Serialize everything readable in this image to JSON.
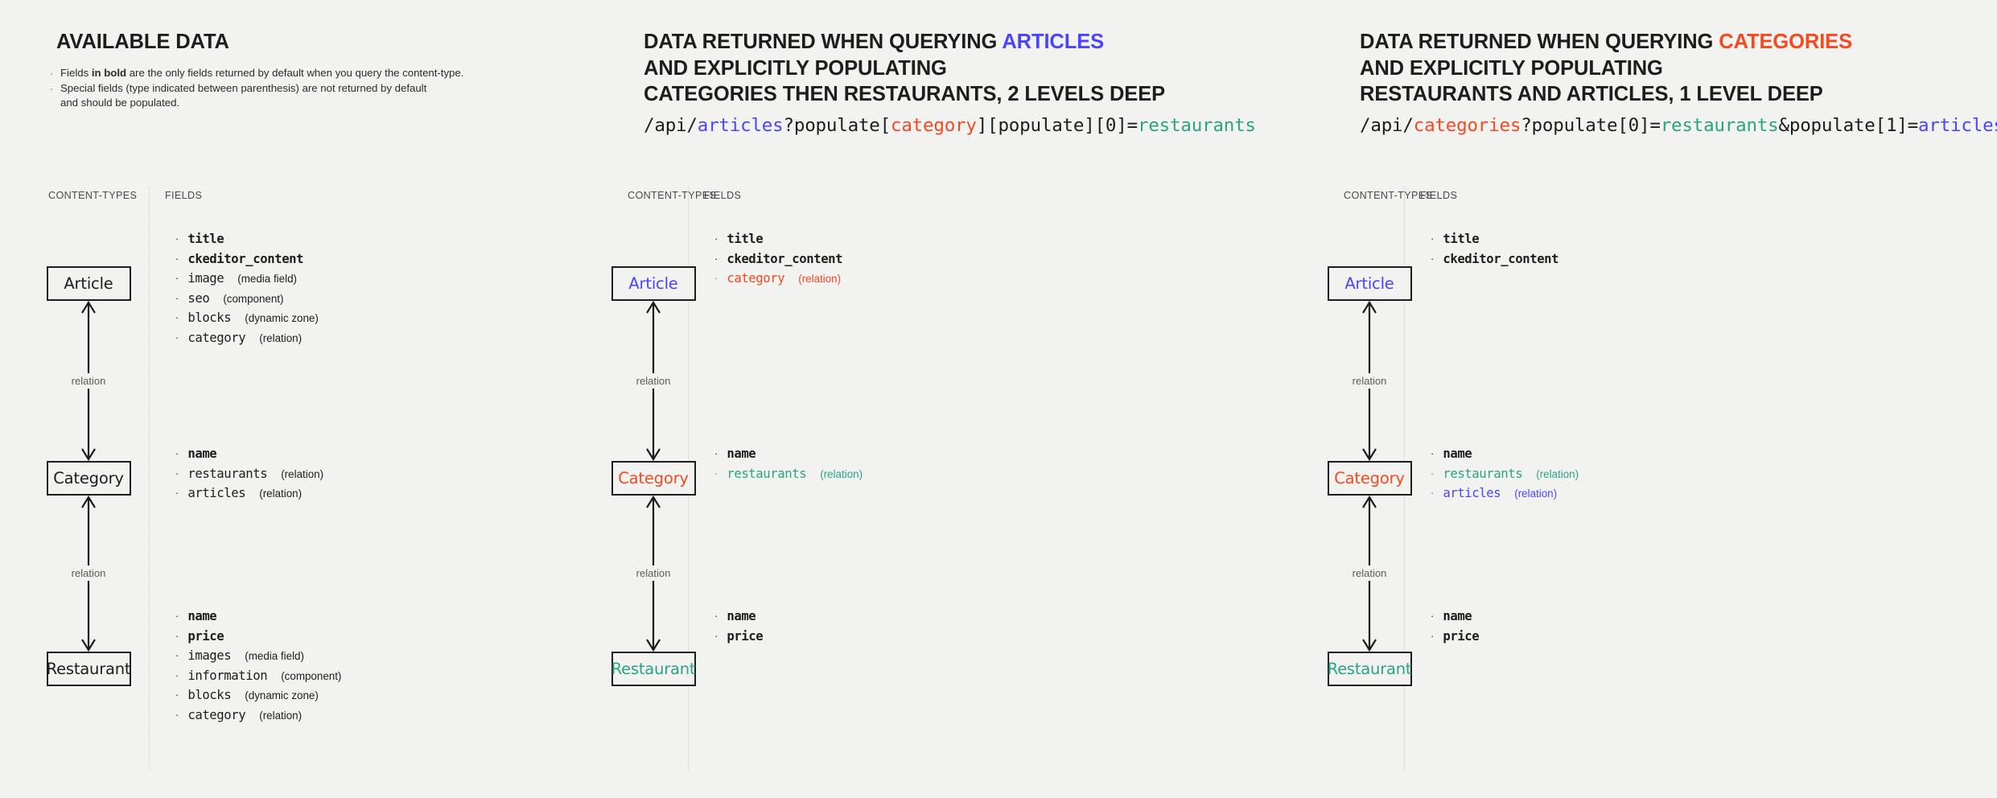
{
  "colors": {
    "background": "#f2f2f1",
    "text": "#1d1d1d",
    "blue": "#4945ff",
    "red": "#f5491f",
    "green": "#2aa483",
    "muted": "#5a5a5a"
  },
  "panels": [
    {
      "id": "available-data",
      "heading_lines": [
        [
          {
            "text": "AVAILABLE DATA",
            "color": "default"
          }
        ]
      ],
      "notes": [
        {
          "prefix": "Fields ",
          "bold": "in bold",
          "suffix": " are the only fields returned by default when you query the content-type."
        },
        {
          "prefix": "Special fields (type indicated between parenthesis) are not returned by default",
          "bold": "",
          "suffix": ""
        },
        {
          "prefix": "and should be populated.",
          "bold": "",
          "suffix": "",
          "continuation": true
        }
      ],
      "url": null,
      "captions": {
        "content_types": "CONTENT-TYPES",
        "fields": "FIELDS"
      },
      "relation_label": "relation",
      "nodes": [
        {
          "label": "Article",
          "color": "default"
        },
        {
          "label": "Category",
          "color": "default"
        },
        {
          "label": "Restaurant",
          "color": "default"
        }
      ],
      "field_groups": [
        [
          {
            "name": "title",
            "type": "",
            "bold": true,
            "color": "default"
          },
          {
            "name": "ckeditor_content",
            "type": "",
            "bold": true,
            "color": "default"
          },
          {
            "name": "image",
            "type": "(media field)",
            "bold": false,
            "color": "default"
          },
          {
            "name": "seo",
            "type": "(component)",
            "bold": false,
            "color": "default"
          },
          {
            "name": "blocks",
            "type": "(dynamic zone)",
            "bold": false,
            "color": "default"
          },
          {
            "name": "category",
            "type": "(relation)",
            "bold": false,
            "color": "default"
          }
        ],
        [
          {
            "name": "name",
            "type": "",
            "bold": true,
            "color": "default"
          },
          {
            "name": "restaurants",
            "type": "(relation)",
            "bold": false,
            "color": "default"
          },
          {
            "name": "articles",
            "type": "(relation)",
            "bold": false,
            "color": "default"
          }
        ],
        [
          {
            "name": "name",
            "type": "",
            "bold": true,
            "color": "default"
          },
          {
            "name": "price",
            "type": "",
            "bold": true,
            "color": "default"
          },
          {
            "name": "images",
            "type": "(media field)",
            "bold": false,
            "color": "default"
          },
          {
            "name": "information",
            "type": "(component)",
            "bold": false,
            "color": "default"
          },
          {
            "name": "blocks",
            "type": "(dynamic zone)",
            "bold": false,
            "color": "default"
          },
          {
            "name": "category",
            "type": "(relation)",
            "bold": false,
            "color": "default"
          }
        ]
      ]
    },
    {
      "id": "query-articles",
      "heading_lines": [
        [
          {
            "text": "DATA RETURNED WHEN QUERYING ",
            "color": "default"
          },
          {
            "text": "ARTICLES",
            "color": "blue"
          }
        ],
        [
          {
            "text": "AND EXPLICITLY POPULATING",
            "color": "default"
          }
        ],
        [
          {
            "text": "CATEGORIES THEN RESTAURANTS, 2 LEVELS DEEP",
            "color": "default"
          }
        ]
      ],
      "notes": [],
      "url": [
        {
          "text": "/api/",
          "color": "default"
        },
        {
          "text": "articles",
          "color": "blue"
        },
        {
          "text": "?populate[",
          "color": "default"
        },
        {
          "text": "category",
          "color": "red"
        },
        {
          "text": "][populate][0]=",
          "color": "default"
        },
        {
          "text": "restaurants",
          "color": "green"
        }
      ],
      "captions": {
        "content_types": "CONTENT-TYPES",
        "fields": "FIELDS"
      },
      "relation_label": "relation",
      "nodes": [
        {
          "label": "Article",
          "color": "blue"
        },
        {
          "label": "Category",
          "color": "red"
        },
        {
          "label": "Restaurant",
          "color": "green"
        }
      ],
      "field_groups": [
        [
          {
            "name": "title",
            "type": "",
            "bold": true,
            "color": "default"
          },
          {
            "name": "ckeditor_content",
            "type": "",
            "bold": true,
            "color": "default"
          },
          {
            "name": "category",
            "type": "(relation)",
            "bold": false,
            "color": "red"
          }
        ],
        [
          {
            "name": "name",
            "type": "",
            "bold": true,
            "color": "default"
          },
          {
            "name": "restaurants",
            "type": "(relation)",
            "bold": false,
            "color": "green"
          }
        ],
        [
          {
            "name": "name",
            "type": "",
            "bold": true,
            "color": "default"
          },
          {
            "name": "price",
            "type": "",
            "bold": true,
            "color": "default"
          }
        ]
      ]
    },
    {
      "id": "query-categories",
      "heading_lines": [
        [
          {
            "text": "DATA RETURNED WHEN QUERYING ",
            "color": "default"
          },
          {
            "text": "CATEGORIES",
            "color": "red"
          }
        ],
        [
          {
            "text": "AND EXPLICITLY POPULATING",
            "color": "default"
          }
        ],
        [
          {
            "text": "RESTAURANTS AND ARTICLES, 1 LEVEL DEEP",
            "color": "default"
          }
        ]
      ],
      "notes": [],
      "url": [
        {
          "text": "/api/",
          "color": "default"
        },
        {
          "text": "categories",
          "color": "red"
        },
        {
          "text": "?populate[0]=",
          "color": "default"
        },
        {
          "text": "restaurants",
          "color": "green"
        },
        {
          "text": "&populate[1]=",
          "color": "default"
        },
        {
          "text": "articles",
          "color": "blue"
        }
      ],
      "captions": {
        "content_types": "CONTENT-TYPES",
        "fields": "FIELDS"
      },
      "relation_label": "relation",
      "nodes": [
        {
          "label": "Article",
          "color": "blue"
        },
        {
          "label": "Category",
          "color": "red"
        },
        {
          "label": "Restaurant",
          "color": "green"
        }
      ],
      "field_groups": [
        [
          {
            "name": "title",
            "type": "",
            "bold": true,
            "color": "default"
          },
          {
            "name": "ckeditor_content",
            "type": "",
            "bold": true,
            "color": "default"
          }
        ],
        [
          {
            "name": "name",
            "type": "",
            "bold": true,
            "color": "default"
          },
          {
            "name": "restaurants",
            "type": "(relation)",
            "bold": false,
            "color": "green"
          },
          {
            "name": "articles",
            "type": "(relation)",
            "bold": false,
            "color": "blue"
          }
        ],
        [
          {
            "name": "name",
            "type": "",
            "bold": true,
            "color": "default"
          },
          {
            "name": "price",
            "type": "",
            "bold": true,
            "color": "default"
          }
        ]
      ]
    }
  ]
}
